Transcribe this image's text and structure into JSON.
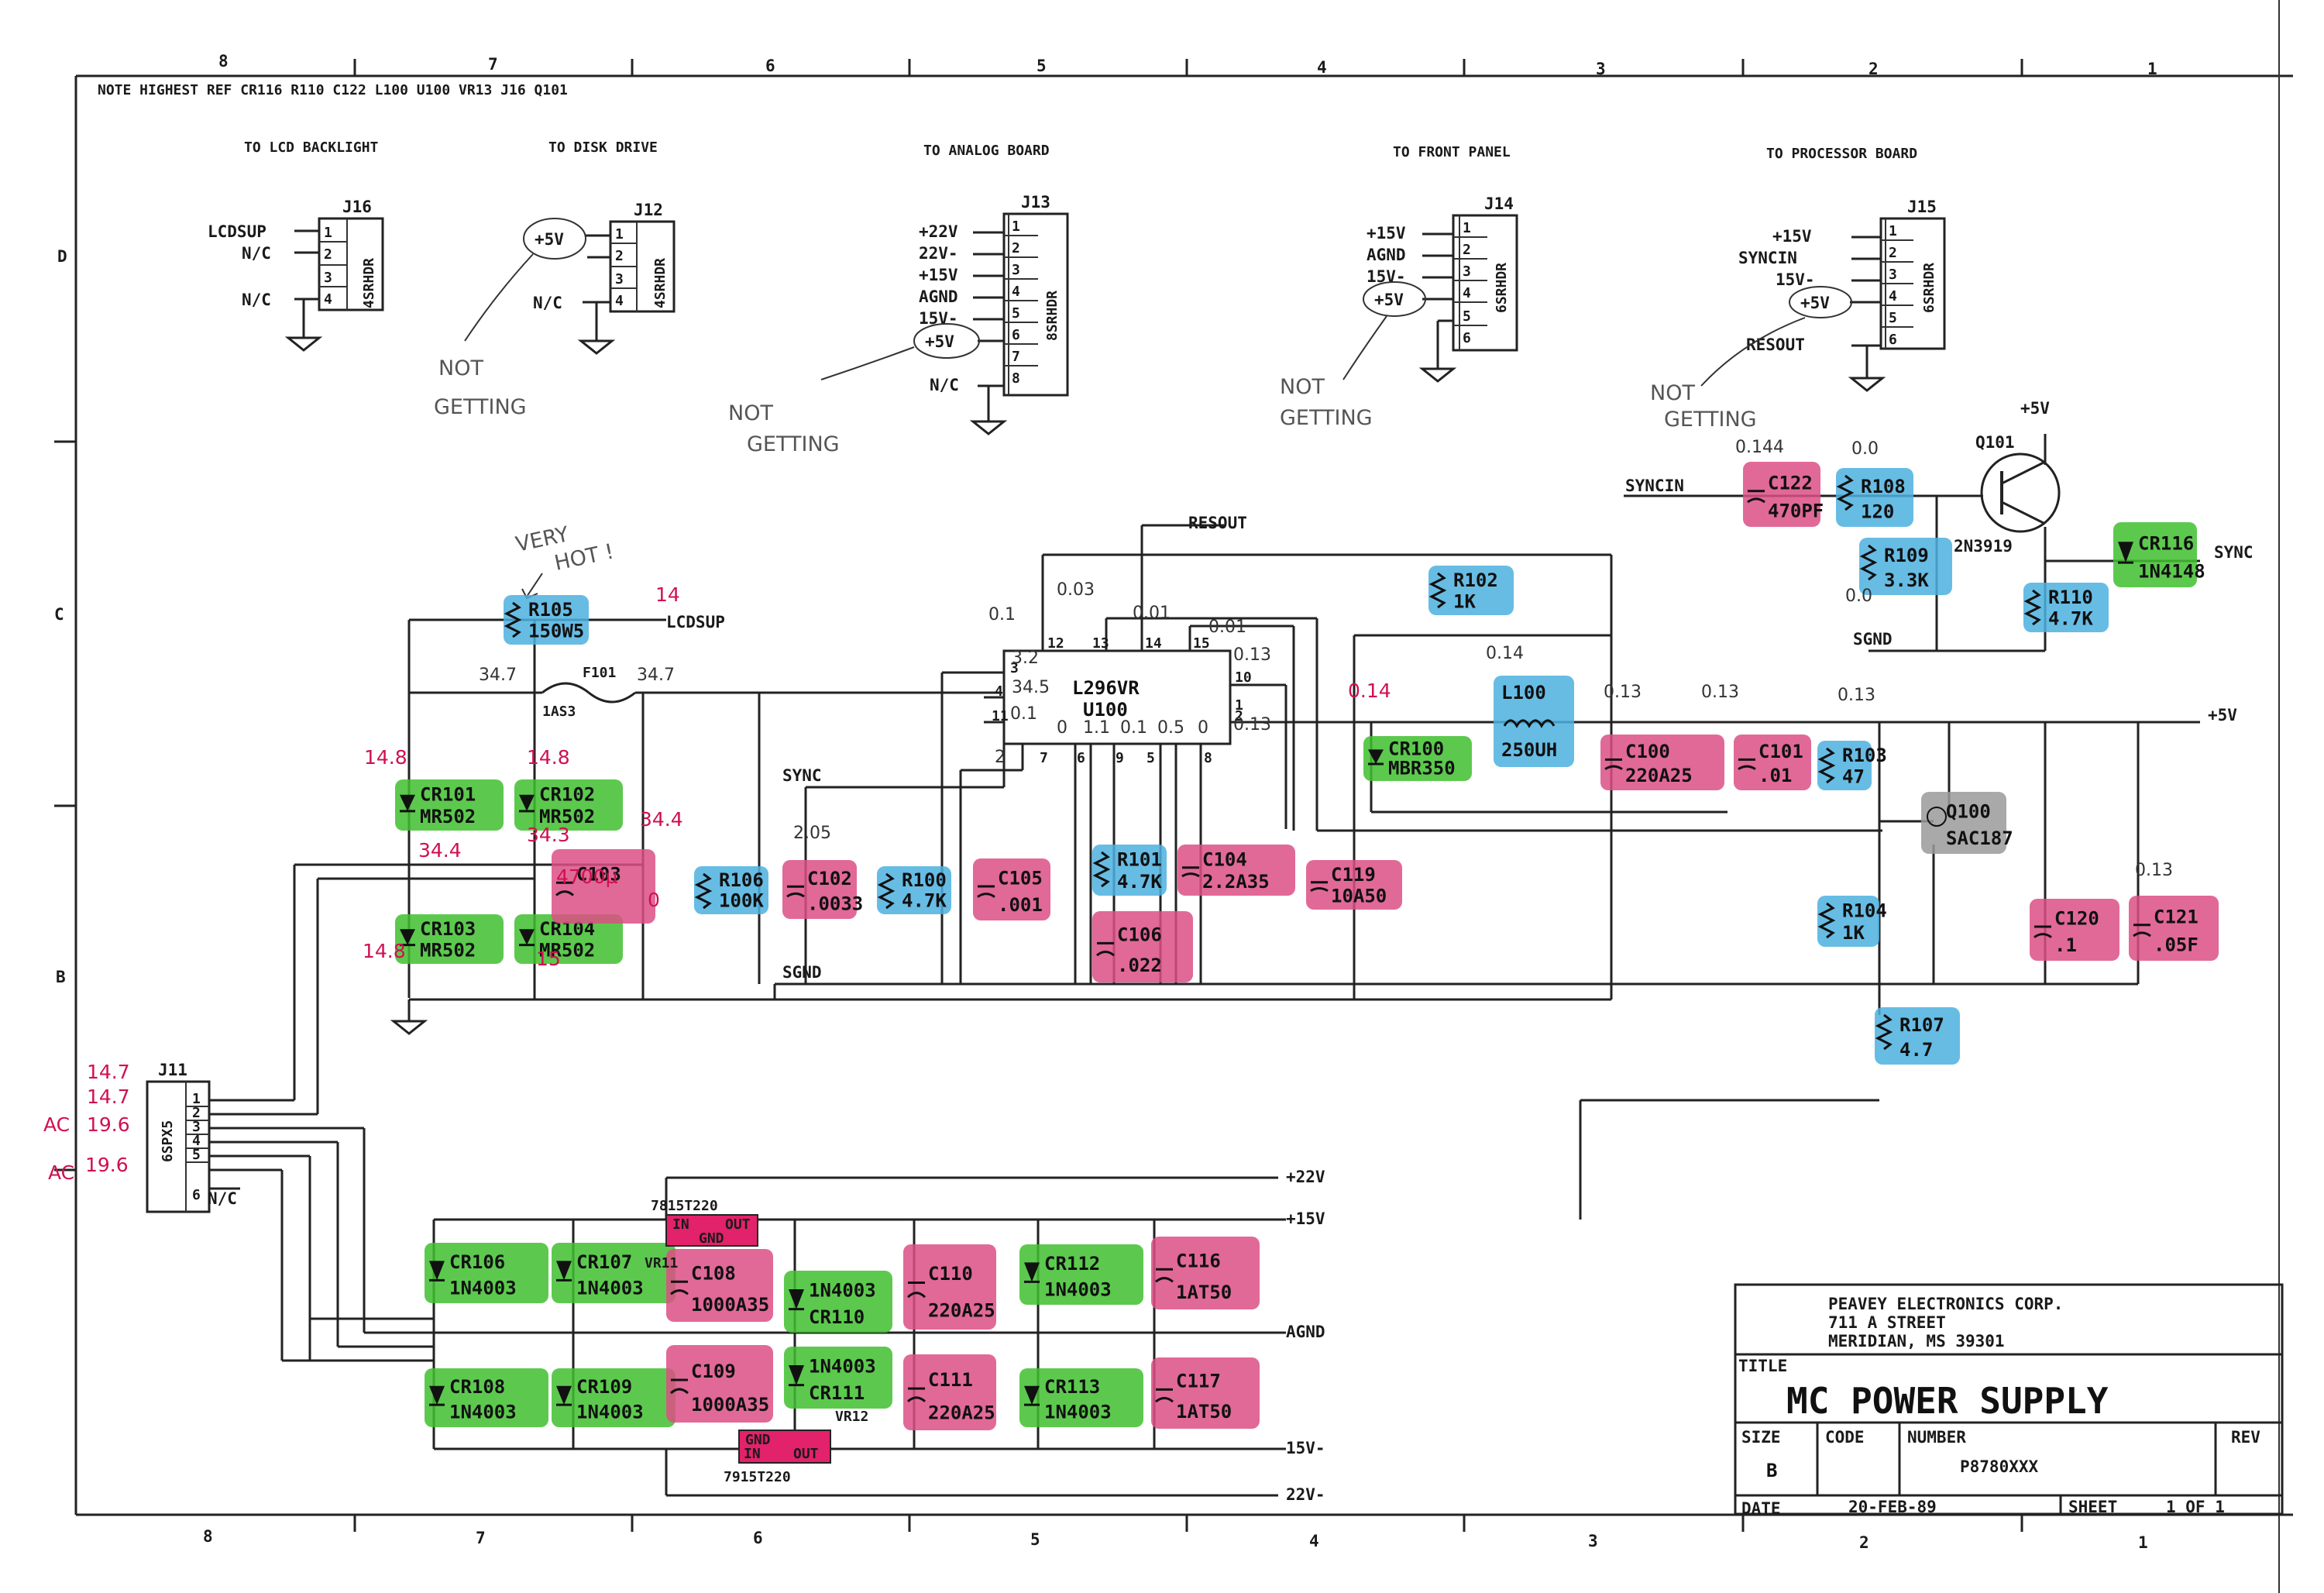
{
  "colors": {
    "green": "#3fbf2f",
    "blue": "#4cb0df",
    "pink": "#dc4f85",
    "magenta": "#e2226b",
    "grey": "#9a9a9a",
    "red_ink": "#d01050"
  },
  "border": {
    "top": [
      "8",
      "7",
      "6",
      "5",
      "4",
      "3",
      "2",
      "1"
    ],
    "bottom": [
      "8",
      "7",
      "6",
      "5",
      "4",
      "3",
      "2",
      "1"
    ],
    "left": [
      "D",
      "C",
      "B"
    ]
  },
  "note": "NOTE HIGHEST REF CR116 R110 C122 L100 U100 VR13 J16 Q101",
  "headings": {
    "lcd": "TO LCD BACKLIGHT",
    "disk": "TO DISK DRIVE",
    "analog": "TO ANALOG BOARD",
    "front": "TO FRONT PANEL",
    "proc": "TO PROCESSOR BOARD"
  },
  "connectors": {
    "j16": {
      "name": "J16",
      "part": "4SRHDR",
      "pins": [
        "1",
        "2",
        "3",
        "4"
      ],
      "labels": [
        "LCDSUP",
        "N/C",
        "",
        "N/C"
      ]
    },
    "j12": {
      "name": "J12",
      "part": "4SRHDR",
      "pins": [
        "1",
        "2",
        "3",
        "4"
      ],
      "labels": [
        "+5V",
        "",
        "",
        "N/C"
      ]
    },
    "j13": {
      "name": "J13",
      "part": "8SRHDR",
      "pins": [
        "1",
        "2",
        "3",
        "4",
        "5",
        "6",
        "7",
        "8"
      ],
      "labels": [
        "+22V",
        "22V-",
        "+15V",
        "AGND",
        "15V-",
        "+5V",
        "",
        "N/C"
      ]
    },
    "j14": {
      "name": "J14",
      "part": "6SRHDR",
      "pins": [
        "1",
        "2",
        "3",
        "4",
        "5",
        "6"
      ],
      "labels": [
        "+15V",
        "AGND",
        "15V-",
        "+5V"
      ]
    },
    "j15": {
      "name": "J15",
      "part": "6SRHDR",
      "pins": [
        "1",
        "2",
        "3",
        "4",
        "5",
        "6"
      ],
      "labels": [
        "+15V",
        "SYNCIN",
        "15V-",
        "+5V",
        "RESOUT"
      ]
    },
    "j11": {
      "name": "J11",
      "part": "6SPX5",
      "pins": [
        "1",
        "2",
        "3",
        "4",
        "5",
        "6"
      ],
      "nc": "N/C"
    }
  },
  "handwriting": {
    "not_getting": [
      "NOT",
      "GETTING"
    ],
    "very_hot": [
      "VERY",
      "HOT !"
    ],
    "ac": "AC"
  },
  "measurements": {
    "r105": "14",
    "f1_in": "34.7",
    "f1_out": "34.7",
    "cr101": "14.8",
    "cr102": "14.8",
    "n344": "34.4",
    "n343": "34.3",
    "c103": "34.4",
    "c103_val": "4700µ",
    "c103_zero": "0",
    "cr103": "14.8",
    "cr104": "15",
    "u_in1": "3.2",
    "u_in2": "34.5",
    "u_in3": "0.1",
    "u_pin7": "2",
    "u_top1": "0.1",
    "u_top2": "0.03",
    "u_top3": "0.01",
    "u_top4": "0.01",
    "u_r1": "0.13",
    "u_r2": "0.13",
    "u_bot": [
      "0",
      "1.1",
      "0.1",
      "0.5",
      "0"
    ],
    "c102": "2.05",
    "cr100": "0.14",
    "l100": "0.14",
    "c100": "0.13",
    "c101": "0.13",
    "r103": "0.13",
    "c121": "0.13",
    "c122": "0.144",
    "r108": "0.0",
    "r109": "0.0",
    "j11": [
      "14.7",
      "14.7",
      "19.6",
      "19.6"
    ]
  },
  "components": {
    "r105": [
      "R105",
      "150W5"
    ],
    "f101": [
      "F101",
      "1AS3"
    ],
    "cr101": [
      "CR101",
      "MR502"
    ],
    "cr102": [
      "CR102",
      "MR502"
    ],
    "cr103": [
      "CR103",
      "MR502"
    ],
    "cr104": [
      "CR104",
      "MR502"
    ],
    "c103": [
      "C103"
    ],
    "u100": [
      "L296VR",
      "U100"
    ],
    "r106": [
      "R106",
      "100K"
    ],
    "c102": [
      "C102",
      ".0033"
    ],
    "r100": [
      "R100",
      "4.7K"
    ],
    "c105": [
      "C105",
      ".001"
    ],
    "r101": [
      "R101",
      "4.7K"
    ],
    "c104": [
      "C104",
      "2.2A35"
    ],
    "c106": [
      "C106",
      ".022"
    ],
    "c119": [
      "C119",
      "10A50"
    ],
    "r102": [
      "R102",
      "1K"
    ],
    "cr100": [
      "CR100",
      "MBR350"
    ],
    "l100": [
      "L100",
      "250UH"
    ],
    "c100": [
      "C100",
      "220A25"
    ],
    "c101": [
      "C101",
      ".01"
    ],
    "r103": [
      "R103",
      "47"
    ],
    "q100": [
      "Q100",
      "SAC187"
    ],
    "r104": [
      "R104",
      "1K"
    ],
    "r107": [
      "R107",
      "4.7"
    ],
    "c120": [
      "C120",
      ".1"
    ],
    "c121": [
      "C121",
      ".05F"
    ],
    "c122": [
      "C122",
      "470PF"
    ],
    "r108": [
      "R108",
      "120"
    ],
    "q101": [
      "Q101",
      "2N3919"
    ],
    "r109": [
      "R109",
      "3.3K"
    ],
    "r110": [
      "R110",
      "4.7K"
    ],
    "cr116": [
      "CR116",
      "1N4148"
    ],
    "cr106": [
      "CR106",
      "1N4003"
    ],
    "cr107": [
      "CR107",
      "1N4003"
    ],
    "cr108": [
      "CR108",
      "1N4003"
    ],
    "cr109": [
      "CR109",
      "1N4003"
    ],
    "c108": [
      "C108",
      "1000A35"
    ],
    "c109": [
      "C109",
      "1000A35"
    ],
    "vr11": [
      "VR11",
      "7815T220"
    ],
    "vr12": [
      "VR12",
      "7915T220"
    ],
    "cr110": [
      "1N4003",
      "CR110"
    ],
    "cr111": [
      "1N4003",
      "CR111"
    ],
    "c110": [
      "C110",
      "220A25"
    ],
    "c111": [
      "C111",
      "220A25"
    ],
    "cr112": [
      "CR112",
      "1N4003"
    ],
    "cr113": [
      "CR113",
      "1N4003"
    ],
    "c116": [
      "C116",
      "1AT50"
    ],
    "c117": [
      "C117",
      "1AT50"
    ],
    "reg_in": "IN",
    "reg_out": "OUT",
    "reg_gnd": "GND"
  },
  "nets": {
    "resout": "RESOUT",
    "lcdsup": "LCDSUP",
    "sync": "SYNC",
    "sgnd": "SGND",
    "syncin": "SYNCIN",
    "p5v": "+5V",
    "p22": "+22V",
    "p15": "+15V",
    "agnd": "AGND",
    "m15": "15V-",
    "m22": "22V-"
  },
  "title_block": {
    "company": "PEAVEY ELECTRONICS CORP.",
    "address": "711 A STREET",
    "city": "MERIDIAN, MS 39301",
    "title_label": "TITLE",
    "title": "MC POWER SUPPLY",
    "size_label": "SIZE",
    "size": "B",
    "code_label": "CODE",
    "number_label": "NUMBER",
    "number": "P8780XXX",
    "rev_label": "REV",
    "date_label": "DATE",
    "date": "20-FEB-89",
    "sheet_label": "SHEET",
    "sheet": "1 OF 1"
  }
}
